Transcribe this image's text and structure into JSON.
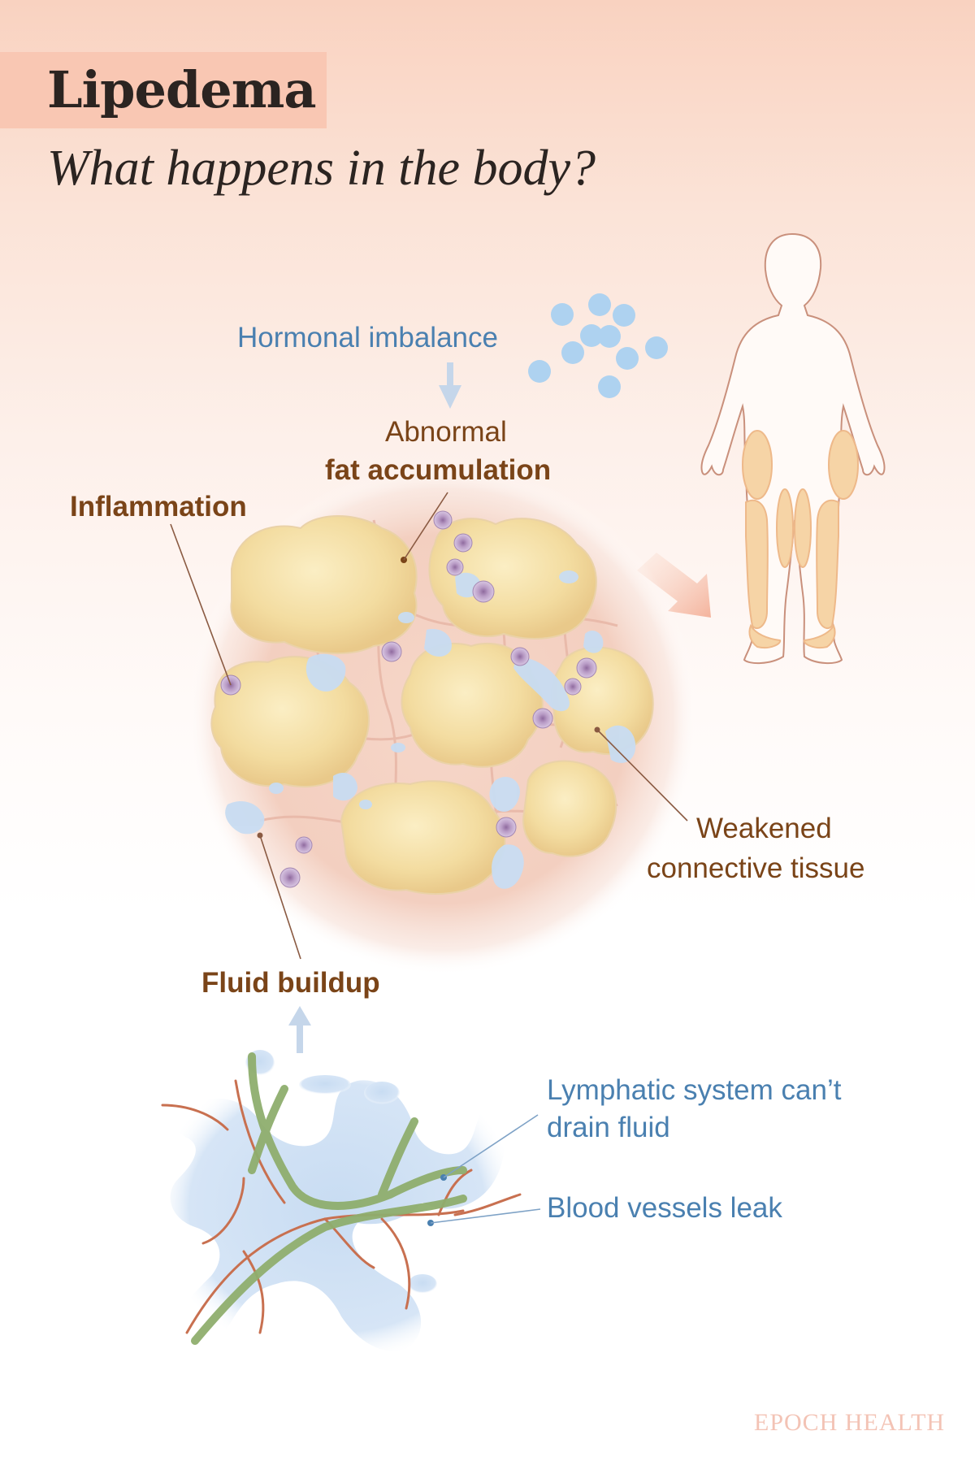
{
  "header": {
    "title": "Lipedema",
    "subtitle": "What happens in the body?"
  },
  "labels": {
    "hormonal": "Hormonal imbalance",
    "abnormal": "Abnormal",
    "fat_accumulation": "fat accumulation",
    "inflammation": "Inflammation",
    "weakened": "Weakened",
    "connective_tissue": "connective tissue",
    "fluid_buildup": "Fluid buildup",
    "lymphatic_line1": "Lymphatic system can’t",
    "lymphatic_line2": "drain fluid",
    "blood_vessels": "Blood vessels leak"
  },
  "brand": "EPOCH HEALTH",
  "colors": {
    "accent_peach": "#f9c7b3",
    "label_blue": "#4a80b0",
    "label_brown": "#7a4418",
    "fat_yellow": "#f3dca0",
    "fluid_blue": "#c8dcf2",
    "lymph_green": "#8fae6e",
    "vessel_red": "#c87050"
  }
}
